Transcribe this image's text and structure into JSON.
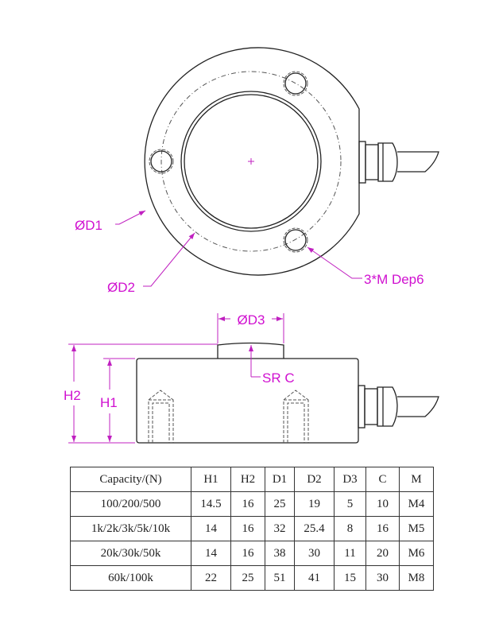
{
  "labels": {
    "d1": "ØD1",
    "d2": "ØD2",
    "hole": "3*M Dep6",
    "d3": "ØD3",
    "src": "SR C",
    "h1": "H1",
    "h2": "H2"
  },
  "colors": {
    "annotation": "#d010d0",
    "line": "#222222"
  },
  "table": {
    "headers": [
      "Capacity/(N)",
      "H1",
      "H2",
      "D1",
      "D2",
      "D3",
      "C",
      "M"
    ],
    "rows": [
      [
        "100/200/500",
        "14.5",
        "16",
        "25",
        "19",
        "5",
        "10",
        "M4"
      ],
      [
        "1k/2k/3k/5k/10k",
        "14",
        "16",
        "32",
        "25.4",
        "8",
        "16",
        "M5"
      ],
      [
        "20k/30k/50k",
        "14",
        "16",
        "38",
        "30",
        "11",
        "20",
        "M6"
      ],
      [
        "60k/100k",
        "22",
        "25",
        "51",
        "41",
        "15",
        "30",
        "M8"
      ]
    ]
  }
}
